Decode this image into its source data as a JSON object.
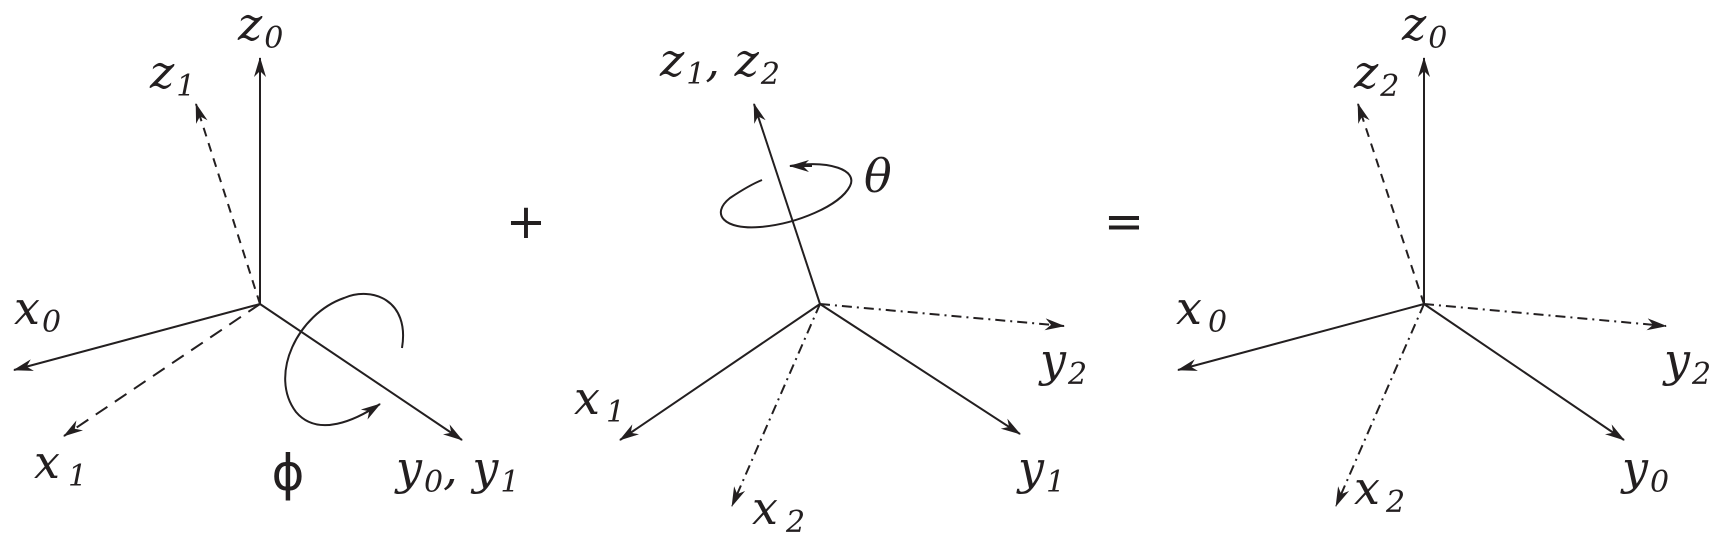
{
  "colors": {
    "ink": "#231f20",
    "background": "#ffffff"
  },
  "operators": {
    "plus": "+",
    "equals": "="
  },
  "panel1": {
    "rotation_symbol": "ϕ",
    "labels": {
      "z0": {
        "base": "z",
        "sub": "0"
      },
      "z1": {
        "base": "z",
        "sub": "1"
      },
      "x0": {
        "base": "x",
        "sub": "0"
      },
      "x1": {
        "base": "x",
        "sub": "1"
      },
      "y0y1": {
        "base1": "y",
        "sub1": "0",
        "sep": ", ",
        "base2": "y",
        "sub2": "1"
      }
    }
  },
  "panel2": {
    "rotation_symbol": "θ",
    "labels": {
      "z1z2": {
        "base1": "z",
        "sub1": "1",
        "sep": ", ",
        "base2": "z",
        "sub2": "2"
      },
      "x1": {
        "base": "x",
        "sub": "1"
      },
      "x2": {
        "base": "x",
        "sub": "2"
      },
      "y1": {
        "base": "y",
        "sub": "1"
      },
      "y2": {
        "base": "y",
        "sub": "2"
      }
    }
  },
  "panel3": {
    "labels": {
      "z0": {
        "base": "z",
        "sub": "0"
      },
      "z2": {
        "base": "z",
        "sub": "2"
      },
      "x0": {
        "base": "x",
        "sub": "0"
      },
      "x2": {
        "base": "x",
        "sub": "2"
      },
      "y0": {
        "base": "y",
        "sub": "0"
      },
      "y2": {
        "base": "y",
        "sub": "2"
      }
    }
  }
}
